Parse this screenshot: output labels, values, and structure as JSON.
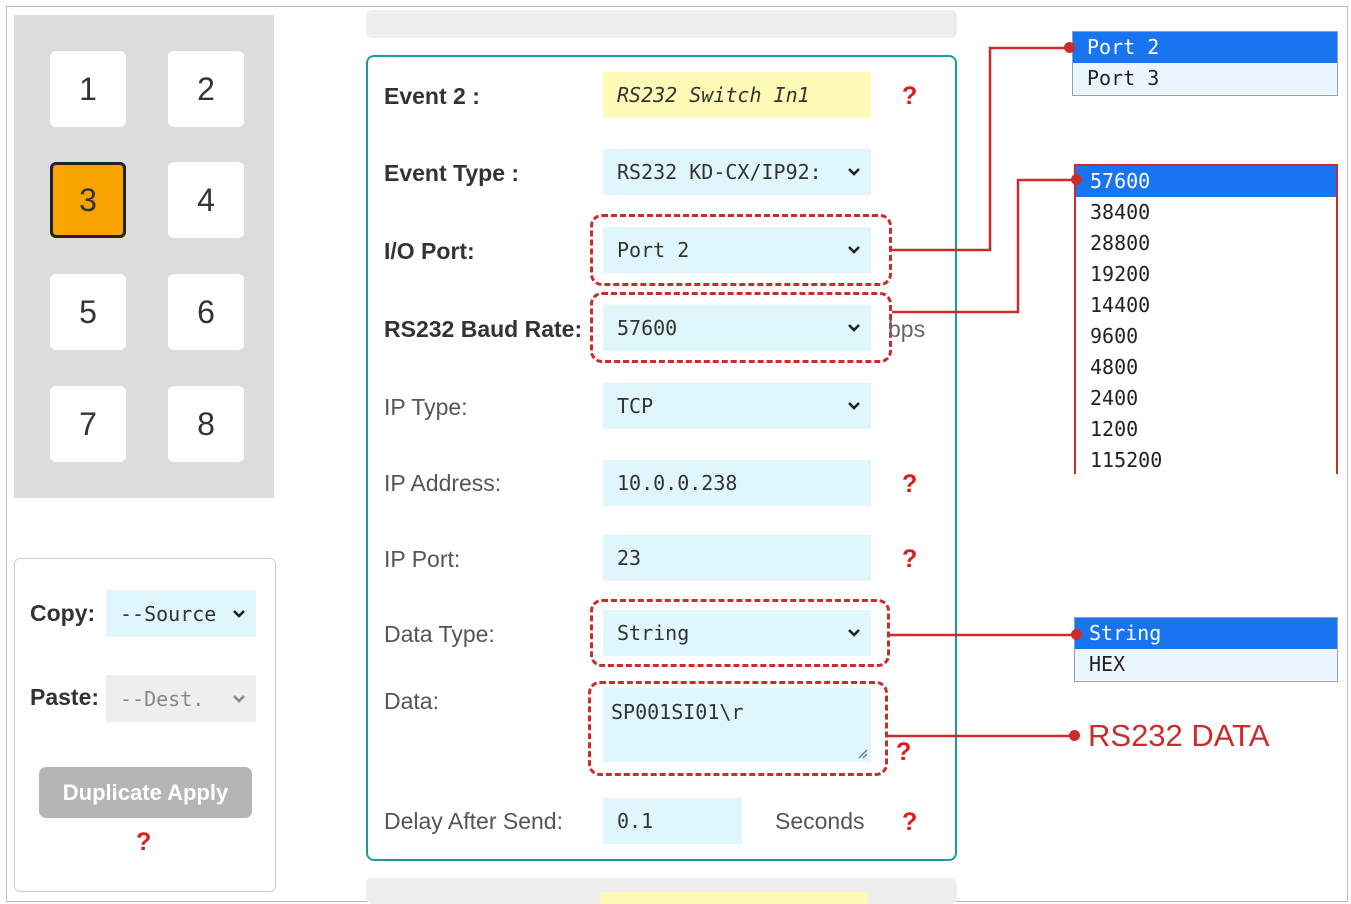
{
  "numpad": {
    "buttons": [
      "1",
      "2",
      "3",
      "4",
      "5",
      "6",
      "7",
      "8"
    ],
    "active": "3"
  },
  "copy_paste": {
    "copy_label": "Copy:",
    "copy_value": "--Source",
    "paste_label": "Paste:",
    "paste_value": "--Dest.",
    "duplicate_label": "Duplicate Apply",
    "help": "?"
  },
  "form": {
    "event": {
      "label": "Event 2 :",
      "value": "RS232 Switch In1"
    },
    "event_type": {
      "label": "Event Type :",
      "value": "RS232 KD-CX/IP92:"
    },
    "io_port": {
      "label": "I/O Port:",
      "value": "Port 2"
    },
    "baud": {
      "label": "RS232 Baud Rate:",
      "value": "57600",
      "unit": "bps"
    },
    "ip_type": {
      "label": "IP Type:",
      "value": "TCP"
    },
    "ip_address": {
      "label": "IP Address:",
      "value": "10.0.0.238"
    },
    "ip_port": {
      "label": "IP Port:",
      "value": "23"
    },
    "data_type": {
      "label": "Data Type:",
      "value": "String"
    },
    "data": {
      "label": "Data:",
      "value": "SP001SI01\\r"
    },
    "delay": {
      "label": "Delay After Send:",
      "value": "0.1",
      "unit": "Seconds"
    },
    "help": "?"
  },
  "callouts": {
    "port_options": [
      "Port 2",
      "Port 3"
    ],
    "baud_options": [
      "57600",
      "38400",
      "28800",
      "19200",
      "14400",
      "9600",
      "4800",
      "2400",
      "1200",
      "115200"
    ],
    "data_type_options": [
      "String",
      "HEX"
    ],
    "data_annotation": "RS232 DATA"
  },
  "colors": {
    "accent_teal": "#1b9aa2",
    "active_orange": "#f8a300",
    "annotation_red": "#cc2b2b",
    "selected_blue": "#1874f0",
    "field_bg": "#dff6fd"
  }
}
